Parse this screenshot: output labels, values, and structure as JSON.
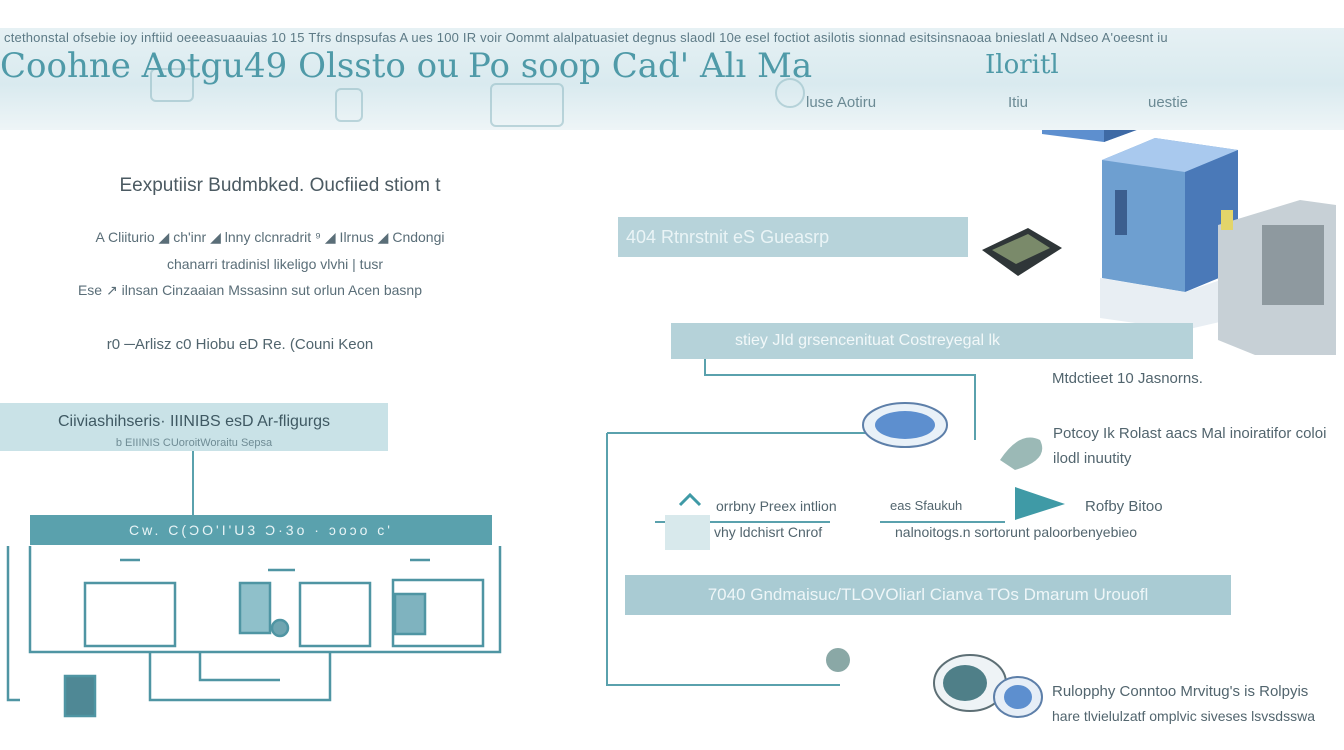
{
  "banner": {
    "strip_text": "ctethonstal ofsebie ioy inftiid oeeeasuaauias 10 15 Tfrs dnspsufas A ues 100 IR voir Oommt alalpatuasiet degnus slaodl 10e esel foctiot asilotis sionnad esitsinsnaoaa bnieslatl A Ndseo A'oeesnt iu",
    "title_left": "Coohne Aotgu49 Olssto  ou",
    "title_mid": "Po soop Cad' Alı Ma",
    "title_right": "Iloritl",
    "sub_right_1": "luse Aotiru",
    "sub_right_2": "Itiu",
    "sub_right_3": "uestie"
  },
  "left": {
    "title": "Eexputiisr Budmbked. Oucfiied stiom t",
    "row1": "A Cliiturio  ◢ ch'inr  ◢ lnny  clcnradrit  ⁹ ◢ Ilrnus  ◢ Cndongi",
    "row2": "chanarri tradinisl likeligo  vlvhi  |  tusr",
    "row3": "Ese ↗ ilnsan  Cinzaaian Mssasinn  sut  orlun  Acen  basnp",
    "row4": "r0 ─Arlisz c0 Hiobu  eD Re.  (Couni Keon",
    "box_line1": "Ciiviashihseris· IIINIBS esD Ar-fligurgs",
    "box_line2": "b EIIINIS CUoroitWoraitu Sepsa",
    "bar": "Cw.  C(ƆO'I'U3   Ɔ·3o  ·  ɔoɔo  c'"
  },
  "right": {
    "box1": "404 Rtnrstnit eS Gueasrp",
    "box2": "stiey  JId  grsencenituat Costreyegal lk",
    "label1": "Mtdctieet 10 Jasnorns.",
    "label2a": "Potcoy Ik Rolast aacs Mal inoiratifor coloi",
    "label2b": "ilodl inuutity",
    "mid_a": "orrbny Preex intlion",
    "mid_b": "eas Sfaukuh",
    "mid_c": "vhy  ldchisrt  Cnrof",
    "mid_d": "nalnoitogs.n  sortorunt paloorbenyebieo",
    "label3": "Rofby Bitoo",
    "box3": "7040 Gndmaisuc/TLOVOliarl  Cianva  TOs  Dmarum Urouofl",
    "label4a": "Rulopphy Conntoo Mrvitug's is Rolpyis",
    "label4b": "hare tlvielulzatf omplvic siveses lsvsdsswa"
  },
  "colors": {
    "teal": "#5aa1ad",
    "teal_light": "#b5d2d9",
    "banner_bg": "#dcebf0",
    "device_blue": "#6e9fd0"
  }
}
